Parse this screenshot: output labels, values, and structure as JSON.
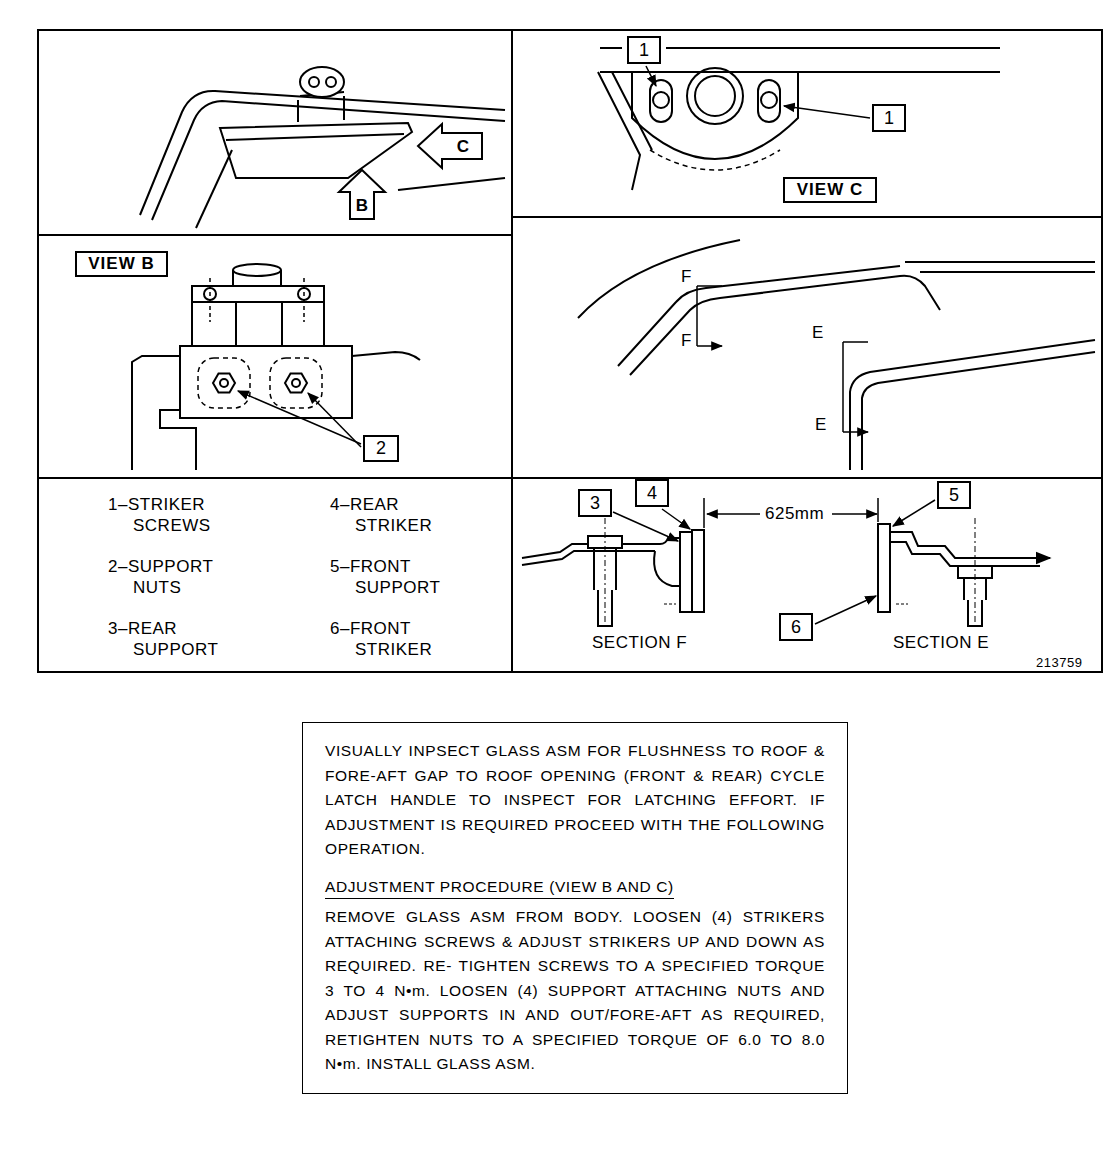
{
  "diagram": {
    "nodes": [
      {
        "text": [
          "1"
        ]
      },
      {
        "text": [
          "1"
        ]
      },
      {
        "text": [
          "C"
        ]
      },
      {
        "text": [
          "B"
        ]
      },
      {
        "text": [
          "VIEW C"
        ]
      },
      {
        "text": [
          "VIEW B"
        ]
      },
      {
        "text": [
          "2"
        ]
      },
      {
        "text": [
          "4"
        ]
      },
      {
        "text": [
          "5"
        ]
      },
      {
        "text": [
          "3"
        ]
      },
      {
        "text": [
          "6"
        ]
      },
      {
        "text": [
          "VISUALLY INPSECT GLASS ASM FOR FLUSHNESS TO ROOF & FORE-AFT GAP TO ROOF OPENING (FRONT & REAR) CYCLE LATCH HANDLE TO INSPECT FOR LATCHING EFFORT. IF ADJUSTMENT IS REQUIRED PROCEED WITH THE FOLLOWING OPERATION.",
          "ADJUSTMENT PROCEDURE (VIEW B AND C)",
          "REMOVE GLASS ASM FROM BODY. LOOSEN (4) STRIKERS ATTACHING SCREWS & ADJUST STRIKERS UP AND DOWN AS REQUIRED. RE- TIGHTEN SCREWS TO A SPECIFIED TORQUE 3 TO 4 N•m. LOOSEN (4) SUPPORT ATTACHING NUTS AND ADJUST SUPPORTS IN AND OUT/FORE-AFT AS REQUIRED, RETIGHTEN NUTS TO A SPECIFIED TORQUE OF 6.0 TO 8.0 N•m. INSTALL GLASS ASM."
        ]
      }
    ],
    "labels": [
      "1–STRIKER SCREWS",
      "2–SUPPORT NUTS",
      "3–REAR SUPPORT",
      "4–REAR STRIKER",
      "5–FRONT SUPPORT",
      "6–FRONT STRIKER",
      "625mm",
      "F",
      "F",
      "E",
      "E",
      "SECTION F",
      "SECTION E",
      "213759"
    ]
  }
}
